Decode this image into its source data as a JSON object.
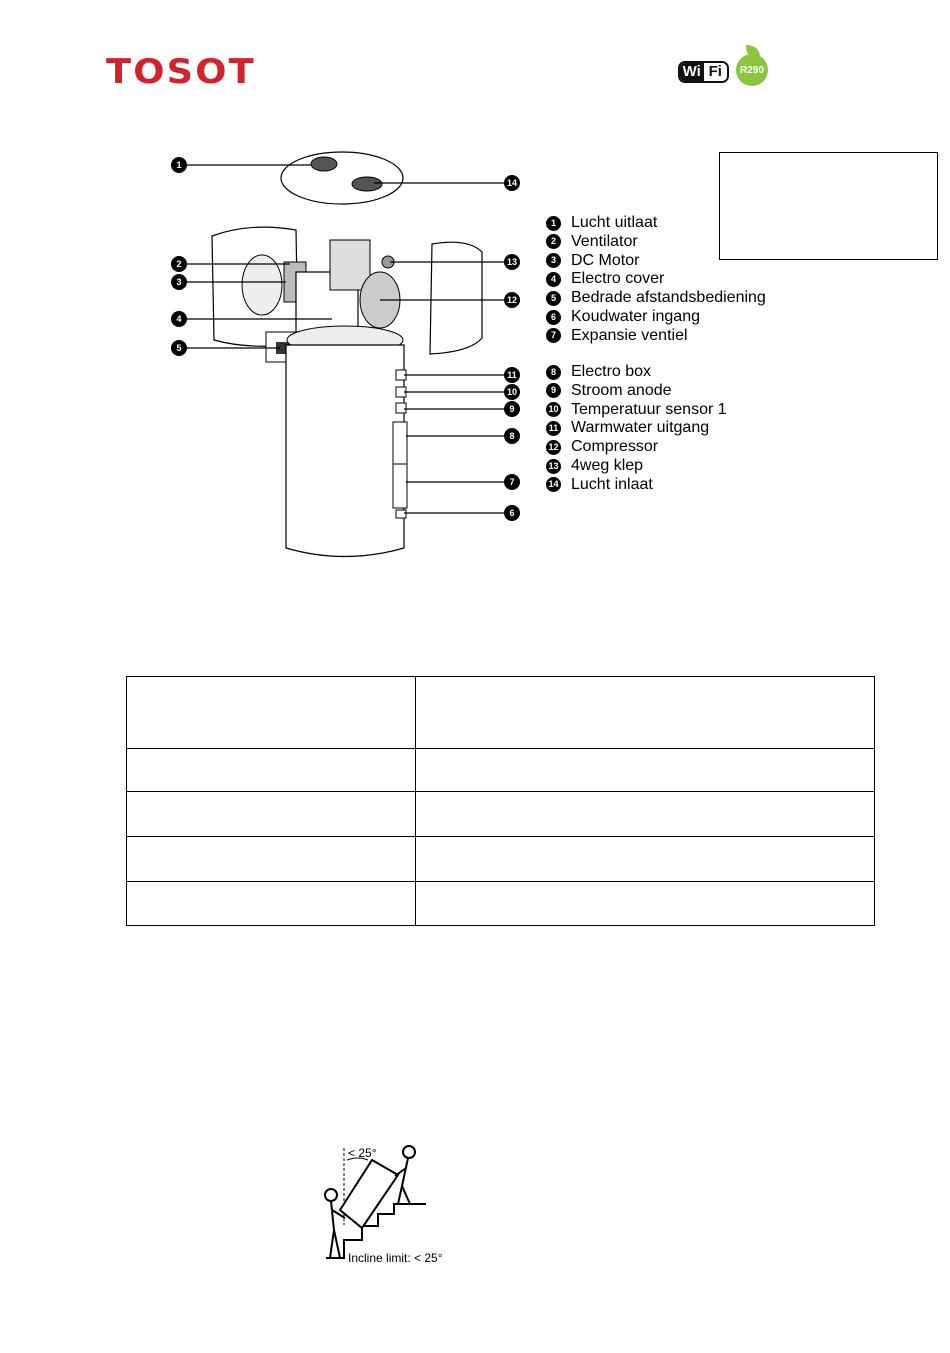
{
  "header": {
    "brand_logo": "TOSOT",
    "wifi_badge": {
      "left": "Wi",
      "right": "Fi"
    },
    "refrigerant_badge": "R290"
  },
  "legend": {
    "group1": [
      {
        "num": "1",
        "label": "Lucht uitlaat"
      },
      {
        "num": "2",
        "label": "Ventilator"
      },
      {
        "num": "3",
        "label": "DC Motor"
      },
      {
        "num": "4",
        "label": "Electro cover"
      },
      {
        "num": "5",
        "label": "Bedrade afstandsbediening"
      },
      {
        "num": "6",
        "label": "Koudwater ingang"
      },
      {
        "num": "7",
        "label": "Expansie ventiel"
      }
    ],
    "group2": [
      {
        "num": "8",
        "label": "Electro box"
      },
      {
        "num": "9",
        "label": "Stroom anode"
      },
      {
        "num": "10",
        "label": "Temperatuur sensor 1"
      },
      {
        "num": "11",
        "label": "Warmwater uitgang"
      },
      {
        "num": "12",
        "label": "Compressor"
      },
      {
        "num": "13",
        "label": "4weg klep"
      },
      {
        "num": "14",
        "label": "Lucht inlaat"
      }
    ]
  },
  "diagram": {
    "callouts": [
      "1",
      "14",
      "2",
      "3",
      "4",
      "5",
      "13",
      "12",
      "11",
      "10",
      "9",
      "8",
      "7",
      "6"
    ]
  },
  "table": {
    "rows": [
      [
        "",
        ""
      ],
      [
        "",
        ""
      ],
      [
        "",
        ""
      ],
      [
        "",
        ""
      ],
      [
        "",
        ""
      ]
    ]
  },
  "incline_figure": {
    "angle_label": "< 25°",
    "caption": "Incline limit: < 25°"
  }
}
